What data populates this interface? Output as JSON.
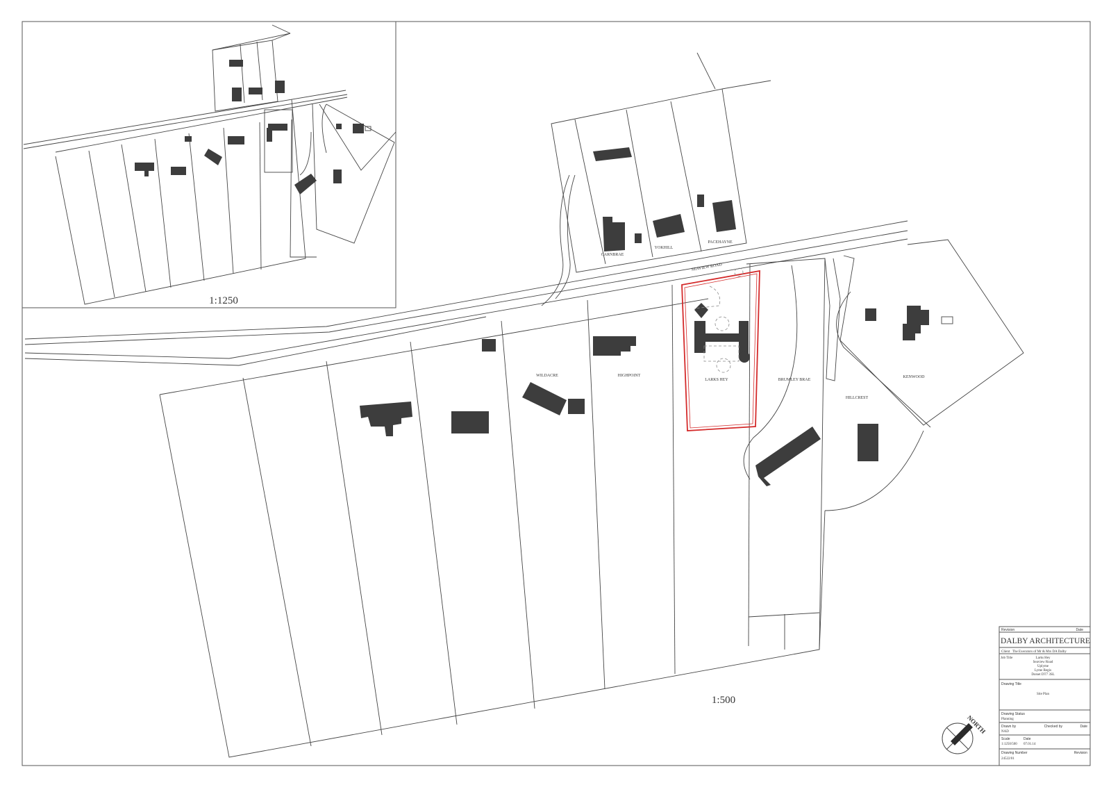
{
  "inset": {
    "scale_label": "1:1250"
  },
  "main": {
    "scale_label": "1:500",
    "road_label": "SEAVIEW ROAD",
    "plot_labels": {
      "carnbrae": "CARNBRAE",
      "yokhill": "YOKHILL",
      "pacehayne": "PACEHAYNE",
      "wildacre": "WILDACRE",
      "highpoint": "HIGHPOINT",
      "larkshey": "LARKS HEY",
      "brumley": "BRUMLEY BRAE",
      "hillcrest": "HILLCREST",
      "kenwood": "KENWOOD"
    },
    "site_boundary_color": "#d42a2a"
  },
  "north_arrow": {
    "label": "NORTH"
  },
  "title_block": {
    "revision_label": "Revision",
    "date_label": "Date",
    "company": "DALBY ARCHITECTURE",
    "client_label": "Client",
    "client_value": "The Executors of  Mr & Mrs DA Dalby",
    "job_title_label": "Job Title",
    "job_title_lines": [
      "Larks Hey",
      "Seaview Road",
      "Uplyme",
      "Lyme Regis",
      "Dorset DT7 3SL"
    ],
    "drawing_title_label": "Drawing Title",
    "drawing_title_value": "Site Plan",
    "drawing_status_label": "Drawing Status",
    "drawing_status_value": "Planning",
    "drawn_by_label": "Drawn by",
    "drawn_by_value": "NAD",
    "checked_by_label": "Checked by",
    "checked_date_label": "Date",
    "scale_label": "Scale",
    "scale_value": "1:1250/500",
    "date2_label": "Date",
    "date_value": "07.01.14",
    "drawing_number_label": "Drawing Number",
    "drawing_number_value": "24522/01",
    "revision2_label": "Revision"
  }
}
